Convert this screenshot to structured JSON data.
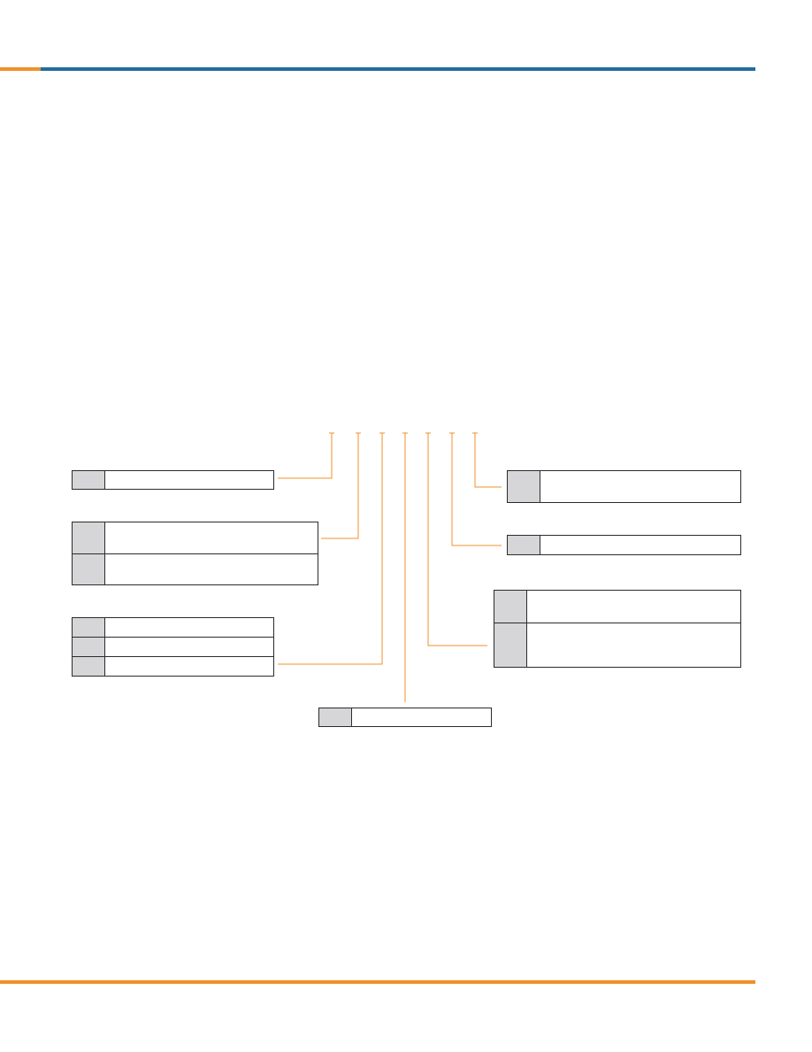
{
  "colors": {
    "accent_orange": "#f0902a",
    "header_blue": "#1f6e9c",
    "cell_gray": "#d6d6d8",
    "border": "#2b2b2b"
  },
  "diagram": {
    "part_number_positions": [
      "",
      "",
      "",
      "",
      "",
      "",
      ""
    ],
    "boxes": [
      {
        "id": "left-1",
        "rows": [
          {
            "code": "",
            "description": ""
          }
        ]
      },
      {
        "id": "left-2",
        "rows": [
          {
            "code": "",
            "description": ""
          },
          {
            "code": "",
            "description": ""
          }
        ]
      },
      {
        "id": "left-3",
        "rows": [
          {
            "code": "",
            "description": ""
          },
          {
            "code": "",
            "description": ""
          },
          {
            "code": "",
            "description": ""
          }
        ]
      },
      {
        "id": "bottom-center",
        "rows": [
          {
            "code": "",
            "description": ""
          }
        ]
      },
      {
        "id": "right-1",
        "rows": [
          {
            "code": "",
            "description": ""
          }
        ]
      },
      {
        "id": "right-2",
        "rows": [
          {
            "code": "",
            "description": ""
          }
        ]
      },
      {
        "id": "right-3",
        "rows": [
          {
            "code": "",
            "description": ""
          },
          {
            "code": "",
            "description": ""
          }
        ]
      }
    ]
  }
}
